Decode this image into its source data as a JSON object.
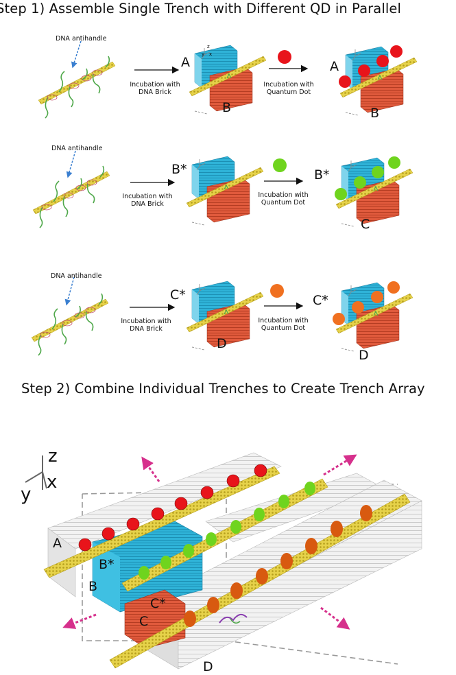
{
  "step1": {
    "title": "Step 1) Assemble Single Trench with Different QD in Parallel",
    "rows": [
      {
        "antihandle_label": "DNA antihandle",
        "brick_label": "Incubation with\nDNA Brick",
        "qd_label": "Incubation with\nQuantum Dot",
        "top_face": "A",
        "bottom_face": "B",
        "qd_color": "#e8141b"
      },
      {
        "antihandle_label": "DNA antihandle",
        "brick_label": "Incubation with\nDNA Brick",
        "qd_label": "Incubation with\nQuantum Dot",
        "top_face": "B*",
        "bottom_face": "C",
        "qd_color": "#6fd41e"
      },
      {
        "antihandle_label": "DNA antihandle",
        "brick_label": "Incubation with\nDNA Brick",
        "qd_label": "Incubation with\nQuantum Dot",
        "top_face": "C*",
        "bottom_face": "D",
        "qd_color": "#f07020"
      }
    ],
    "axis_labels": {
      "z": "z",
      "y": "y",
      "x": "x"
    }
  },
  "step2": {
    "title": "Step 2) Combine Individual Trenches to Create Trench Array",
    "axis_labels": {
      "z": "z",
      "y": "y",
      "x": "x"
    },
    "face_labels": {
      "A": "A",
      "B_star": "B*",
      "B": "B",
      "C_star": "C*",
      "C": "C",
      "D": "D"
    }
  },
  "colors": {
    "brick_blue": "#2fb3d8",
    "brick_red": "#e05a3c",
    "gold_tube": "#e6d24a",
    "arrow_magenta": "#d6308c",
    "antihandle_arrow": "#3a7fd0",
    "strand_green": "#4fa84a"
  }
}
